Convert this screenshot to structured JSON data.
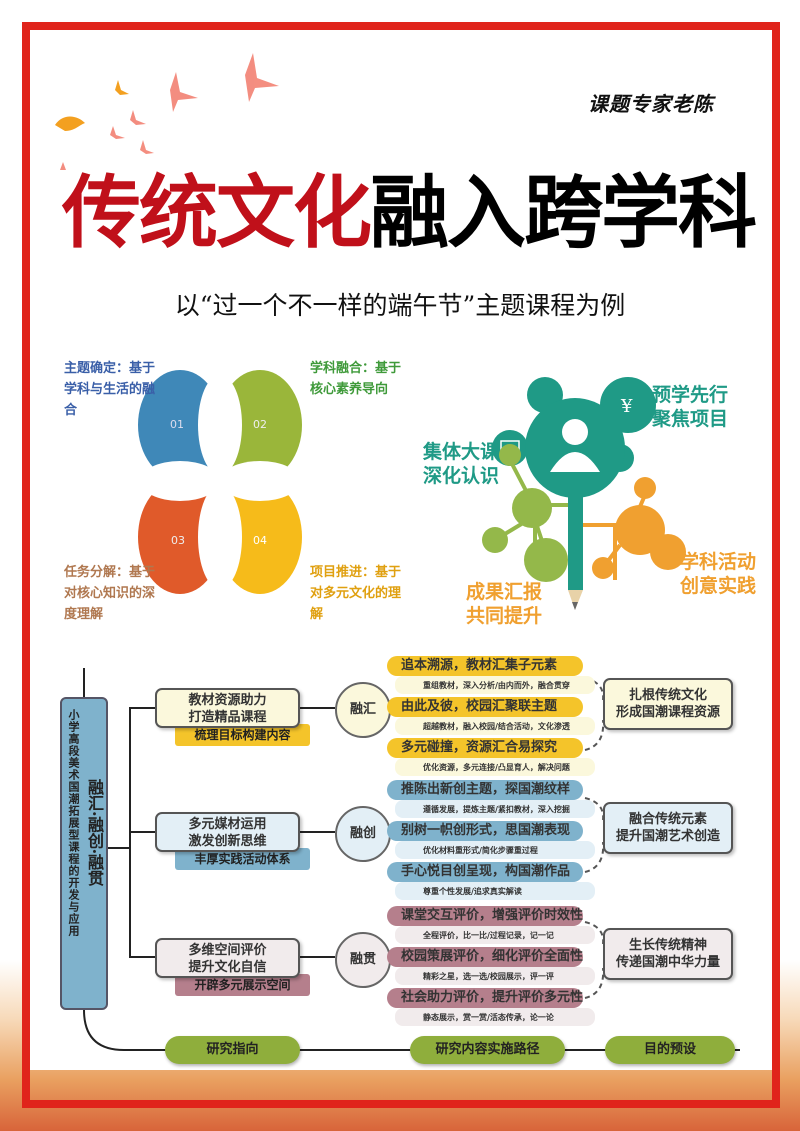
{
  "author": "课题专家老陈",
  "title": {
    "red": "传统文化",
    "black": "融入跨学科"
  },
  "subtitle": "以“过一个不一样的端午节”主题课程为例",
  "petals": [
    {
      "num": "01",
      "label": "主题确定：基于学科与生活的融合",
      "color": "#3f88b8"
    },
    {
      "num": "02",
      "label": "学科融合：基于核心素养导向",
      "color": "#9ab63a"
    },
    {
      "num": "03",
      "label": "任务分解：基于对核心知识的深度理解",
      "color": "#e05a2a"
    },
    {
      "num": "04",
      "label": "项目推进：基于对多元文化的理解",
      "color": "#f6bb1a"
    }
  ],
  "tree": {
    "top_right": [
      "预学先行",
      "聚焦项目"
    ],
    "left": [
      "集体大课",
      "深化认识"
    ],
    "bottom_left": [
      "成果汇报",
      "共同提升"
    ],
    "bottom_right": [
      "学科活动",
      "创意实践"
    ],
    "colors": {
      "teal": "#1f9a86",
      "green": "#94b84a",
      "orange": "#f0a030"
    }
  },
  "flow": {
    "left_title": "小学高段美术国潮拓展型课程的开发与应用",
    "left_sub": "融汇·融创·融贯",
    "branches": [
      {
        "box": [
          "教材资源助力",
          "打造精品课程"
        ],
        "tag": "梳理目标构建内容",
        "circle": "融汇",
        "fill": "#fbf8dc",
        "tagc": "#f4c42a",
        "items": [
          {
            "t": "追本溯源，教材汇集子元素",
            "s": "重组教材，深入分析/由内而外，融合贯穿"
          },
          {
            "t": "由此及彼，校园汇聚联主题",
            "s": "超越教材，融入校园/结合活动，文化渗透"
          },
          {
            "t": "多元碰撞，资源汇合易探究",
            "s": "优化资源，多元连接/凸显育人，解决问题"
          }
        ],
        "goal": [
          "扎根传统文化",
          "形成国潮课程资源"
        ]
      },
      {
        "box": [
          "多元媒材运用",
          "激发创新思维"
        ],
        "tag": "丰厚实践活动体系",
        "circle": "融创",
        "fill": "#e3eff6",
        "tagc": "#7fb2cc",
        "items": [
          {
            "t": "推陈出新创主题，探国潮纹样",
            "s": "遵循发展，提炼主题/紧扣教材，深入挖掘"
          },
          {
            "t": "别树一帜创形式，思国潮表现",
            "s": "优化材料重形式/简化步骤重过程"
          },
          {
            "t": "手心悦目创呈现，构国潮作品",
            "s": "尊重个性发展/追求真实解读"
          }
        ],
        "goal": [
          "融合传统元素",
          "提升国潮艺术创造"
        ]
      },
      {
        "box": [
          "多维空间评价",
          "提升文化自信"
        ],
        "tag": "开辟多元展示空间",
        "circle": "融贯",
        "fill": "#f1ebec",
        "tagc": "#b57f8c",
        "items": [
          {
            "t": "课堂交互评价，增强评价时效性",
            "s": "全程评价，比一比/过程记录，记一记"
          },
          {
            "t": "校园策展评价，细化评价全面性",
            "s": "精彩之星，选一选/校园展示，评一评"
          },
          {
            "t": "社会助力评价，提升评价多元性",
            "s": "静态展示，赏一赏/活态传承，论一论"
          }
        ],
        "goal": [
          "生长传统精神",
          "传递国潮中华力量"
        ]
      }
    ],
    "bottom": [
      "研究指向",
      "研究内容实施路径",
      "目的预设"
    ]
  }
}
